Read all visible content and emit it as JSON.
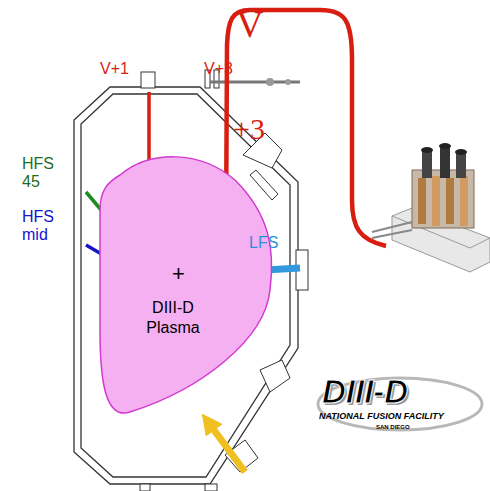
{
  "diagram": {
    "nodes": [
      {
        "text": [
          "DIII-D Plasma"
        ]
      }
    ],
    "labels": [
      "V+1",
      "V+3",
      "V",
      "+3",
      "HFS 45",
      "HFS mid",
      "LFS",
      "+",
      "DIII-D",
      "NATIONAL FUSION FACILITY",
      "SAN DIEGO"
    ]
  }
}
